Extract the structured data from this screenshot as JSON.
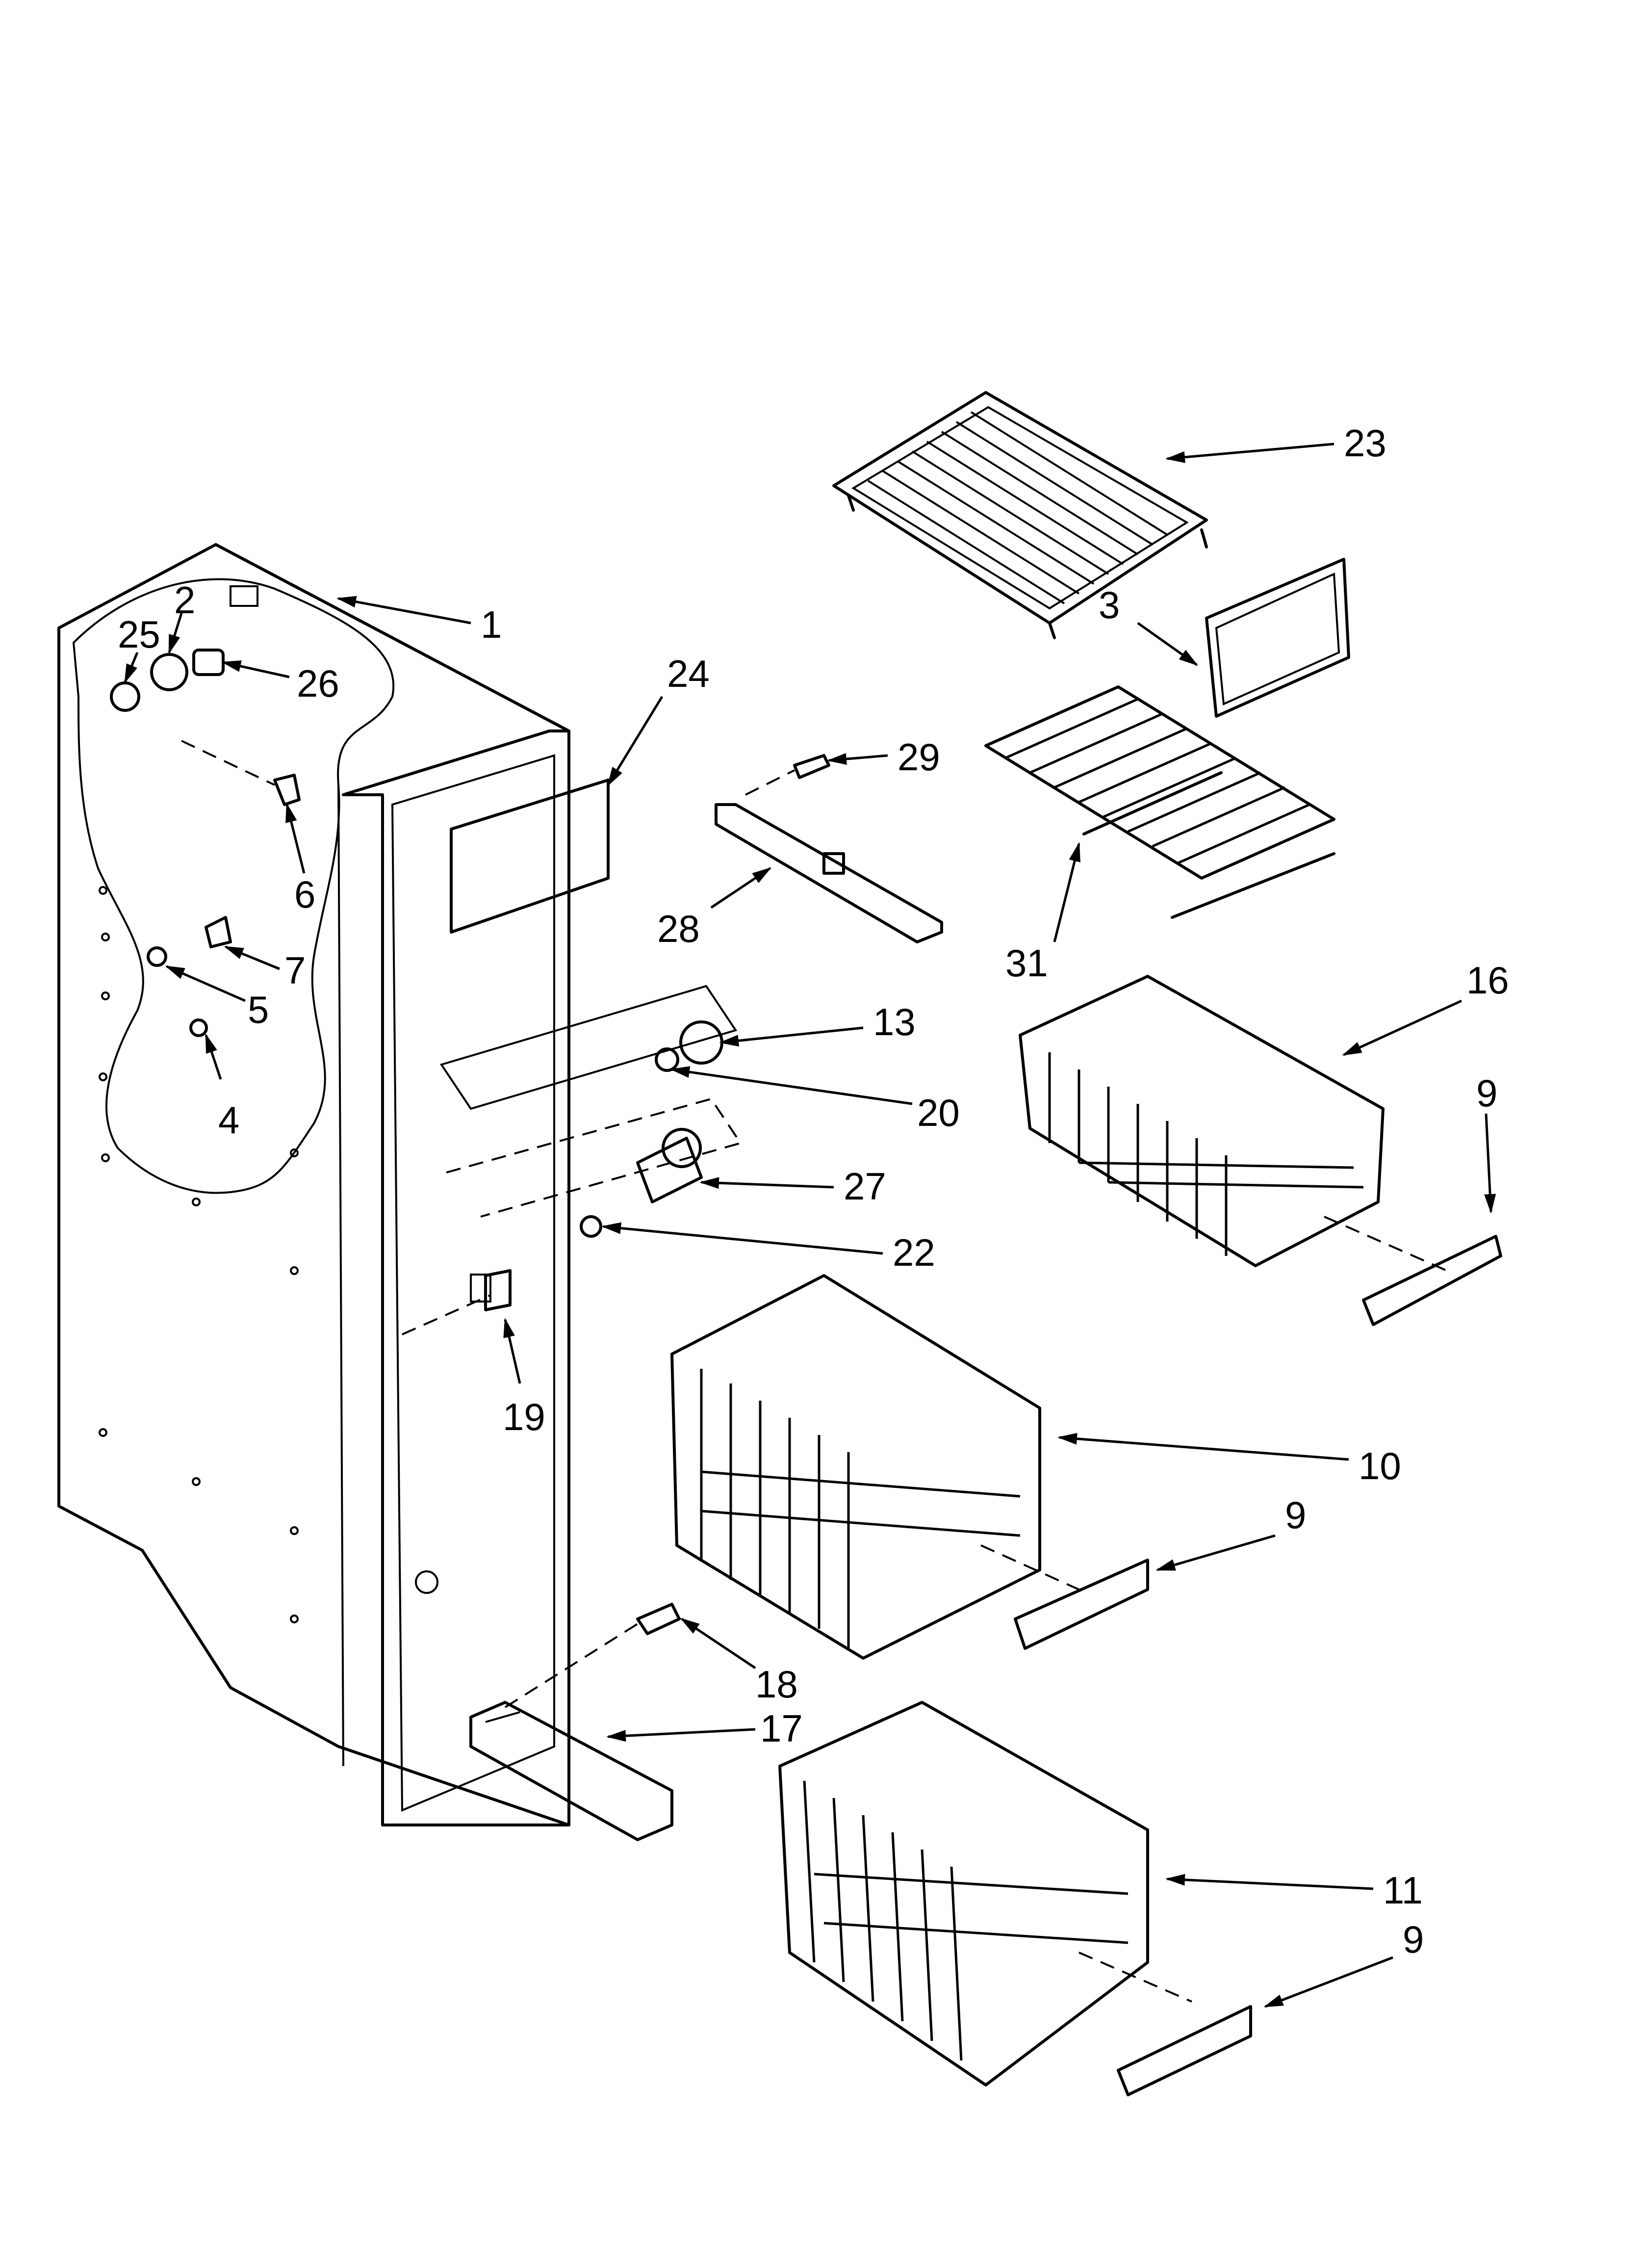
{
  "callouts": [
    {
      "id": "c1",
      "text": "1"
    },
    {
      "id": "c2",
      "text": "2"
    },
    {
      "id": "c3",
      "text": "3"
    },
    {
      "id": "c4",
      "text": "4"
    },
    {
      "id": "c5",
      "text": "5"
    },
    {
      "id": "c6",
      "text": "6"
    },
    {
      "id": "c7",
      "text": "7"
    },
    {
      "id": "c9a",
      "text": "9"
    },
    {
      "id": "c9b",
      "text": "9"
    },
    {
      "id": "c9c",
      "text": "9"
    },
    {
      "id": "c10",
      "text": "10"
    },
    {
      "id": "c11",
      "text": "11"
    },
    {
      "id": "c13",
      "text": "13"
    },
    {
      "id": "c16",
      "text": "16"
    },
    {
      "id": "c17",
      "text": "17"
    },
    {
      "id": "c18",
      "text": "18"
    },
    {
      "id": "c19",
      "text": "19"
    },
    {
      "id": "c20",
      "text": "20"
    },
    {
      "id": "c22",
      "text": "22"
    },
    {
      "id": "c23",
      "text": "23"
    },
    {
      "id": "c24",
      "text": "24"
    },
    {
      "id": "c25",
      "text": "25"
    },
    {
      "id": "c26",
      "text": "26"
    },
    {
      "id": "c27",
      "text": "27"
    },
    {
      "id": "c28",
      "text": "28"
    },
    {
      "id": "c29",
      "text": "29"
    },
    {
      "id": "c31",
      "text": "31"
    }
  ]
}
